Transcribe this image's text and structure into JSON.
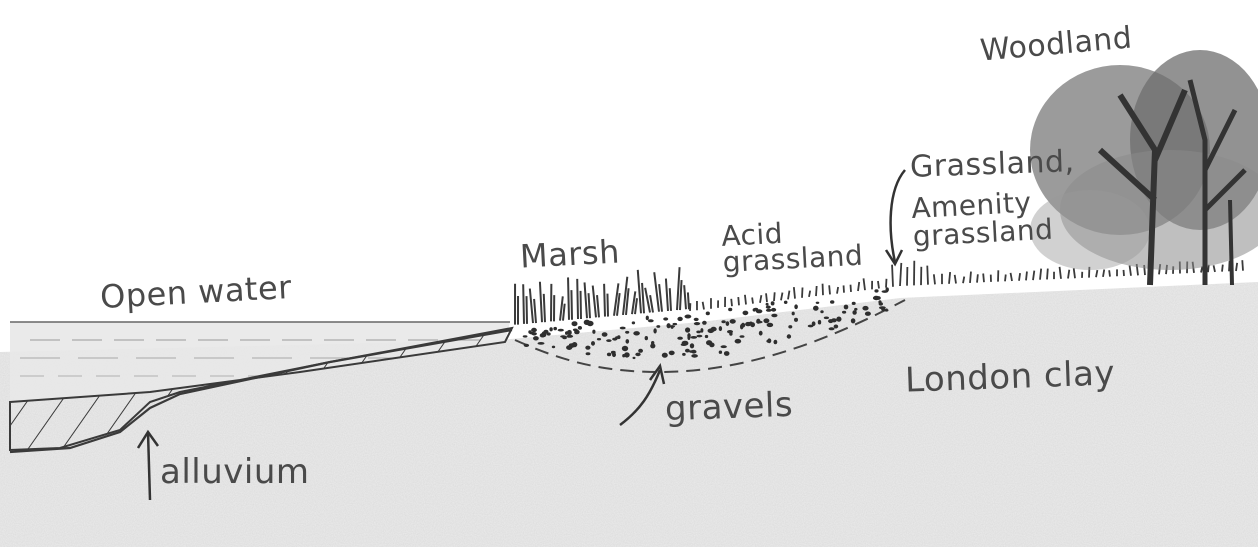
{
  "diagram": {
    "labels": {
      "open_water": "Open water",
      "marsh": "Marsh",
      "acid_grassland": "Acid grassland",
      "grassland": "Grassland,",
      "amenity_grassland": "Amenity grassland",
      "woodland": "Woodland",
      "alluvium": "alluvium",
      "gravels": "gravels",
      "london_clay": "London clay"
    }
  }
}
